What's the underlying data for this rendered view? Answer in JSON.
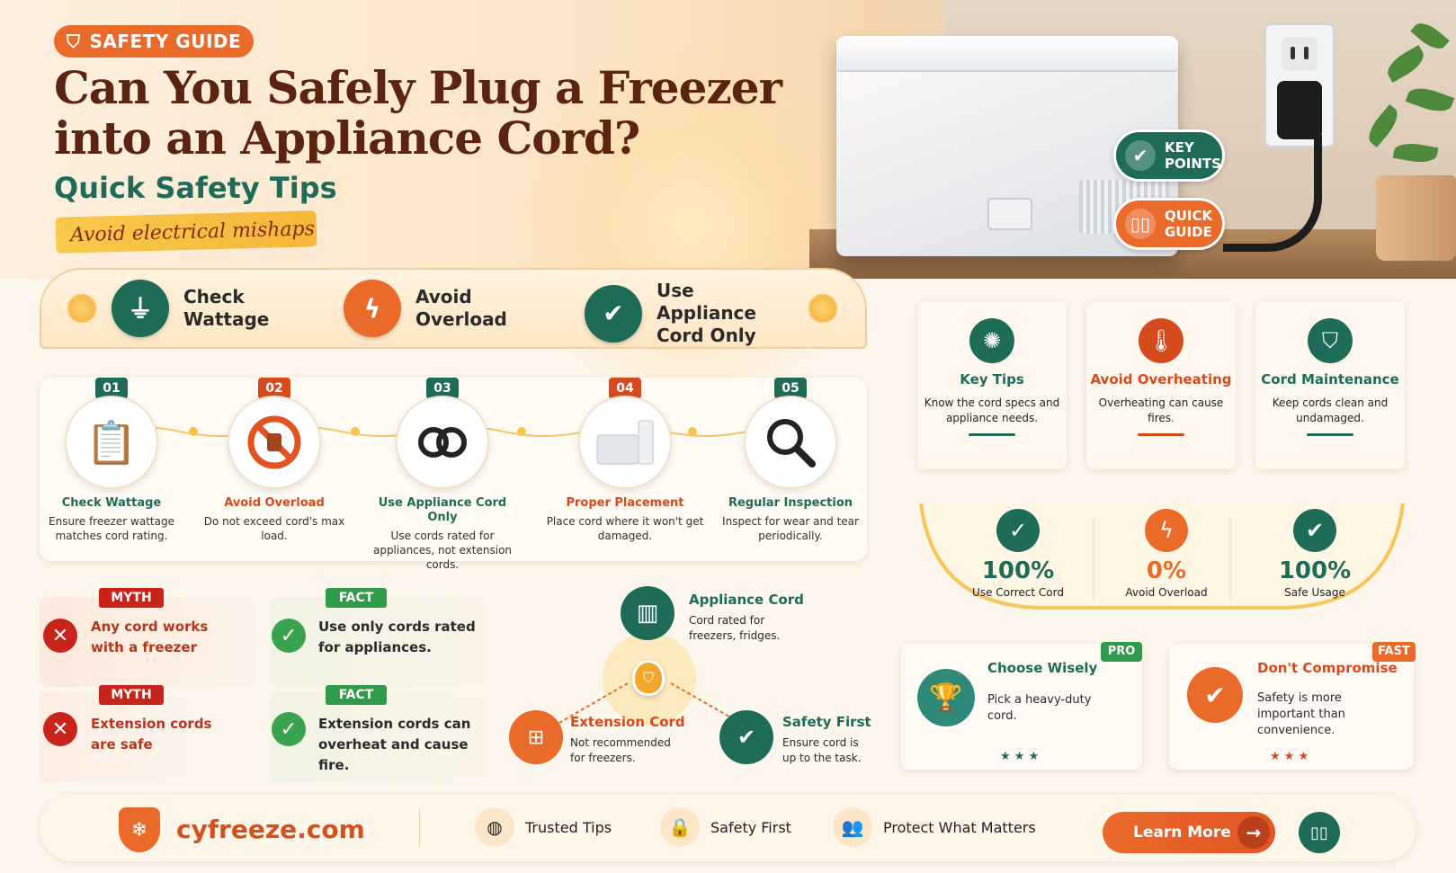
{
  "header": {
    "badge": "SAFETY GUIDE",
    "title": "Can You Safely Plug a Freezer into an Appliance Cord?",
    "subtitle": "Quick Safety Tips",
    "tagline": "Avoid electrical mishaps",
    "key_points_label": "KEY POINTS",
    "quick_guide_label": "QUICK GUIDE"
  },
  "ribbon": {
    "items": [
      {
        "label": "Check Wattage",
        "icon": "plug-icon",
        "color": "#1e6b57"
      },
      {
        "label": "Avoid Overload",
        "icon": "shield-bolt-icon",
        "color": "#ea6a2a"
      },
      {
        "label": "Use Appliance Cord Only",
        "icon": "shield-check-icon",
        "color": "#1e6b57"
      }
    ]
  },
  "steps": [
    {
      "num": "01",
      "title": "Check Wattage",
      "desc": "Ensure freezer wattage matches cord rating.",
      "color": "#1e6b57",
      "icon": "clipboard-icon"
    },
    {
      "num": "02",
      "title": "Avoid Overload",
      "desc": "Do not exceed cord's max load.",
      "color": "#d64a1e",
      "icon": "no-plug-icon"
    },
    {
      "num": "03",
      "title": "Use Appliance Cord Only",
      "desc": "Use cords rated for appliances, not extension cords.",
      "color": "#1e6b57",
      "icon": "cord-icon"
    },
    {
      "num": "04",
      "title": "Proper Placement",
      "desc": "Place cord where it won't get damaged.",
      "color": "#d64a1e",
      "icon": "freezer-icon"
    },
    {
      "num": "05",
      "title": "Regular Inspection",
      "desc": "Inspect for wear and tear periodically.",
      "color": "#1e6b57",
      "icon": "magnifier-icon"
    }
  ],
  "myths": [
    {
      "tag": "MYTH",
      "text": "Any cord works with a freezer"
    },
    {
      "tag": "MYTH",
      "text": "Extension cords are safe"
    }
  ],
  "facts": [
    {
      "tag": "FACT",
      "text": "Use only cords rated for appliances."
    },
    {
      "tag": "FACT",
      "text": "Extension cords can overheat and cause fire."
    }
  ],
  "diagram": {
    "appliance": {
      "title": "Appliance Cord",
      "desc": "Cord rated for freezers, fridges."
    },
    "extension": {
      "title": "Extension Cord",
      "desc": "Not recommended for freezers."
    },
    "safety": {
      "title": "Safety First",
      "desc": "Ensure cord is up to the task."
    }
  },
  "tips": [
    {
      "title": "Key Tips",
      "desc": "Know the cord specs and appliance needs.",
      "color": "#1e6b57",
      "icon": "lightbulb-icon"
    },
    {
      "title": "Avoid Overheating",
      "desc": "Overheating can cause fires.",
      "color": "#d64a1e",
      "icon": "thermometer-icon"
    },
    {
      "title": "Cord Maintenance",
      "desc": "Keep cords clean and undamaged.",
      "color": "#1e6b57",
      "icon": "shield-icon"
    }
  ],
  "stats": [
    {
      "value": "100%",
      "label": "Use Correct Cord",
      "color": "#1e6b57"
    },
    {
      "value": "0%",
      "label": "Avoid Overload",
      "color": "#ea6a2a"
    },
    {
      "value": "100%",
      "label": "Safe Usage",
      "color": "#1e6b57"
    }
  ],
  "bottom_cards": [
    {
      "tag": "PRO",
      "title": "Choose Wisely",
      "desc": "Pick a heavy-duty cord.",
      "stars": "★ ★ ★"
    },
    {
      "tag": "FAST",
      "title": "Don't Compromise",
      "desc": "Safety is more important than convenience.",
      "stars": "★ ★ ★"
    }
  ],
  "footer": {
    "brand": "cyfreeze.com",
    "items": [
      "Trusted Tips",
      "Safety First",
      "Protect What Matters"
    ],
    "cta": "Learn More"
  },
  "colors": {
    "green": "#1e6b57",
    "orange": "#ea6a2a",
    "red": "#d64a1e",
    "dark_brown": "#5b2410"
  }
}
